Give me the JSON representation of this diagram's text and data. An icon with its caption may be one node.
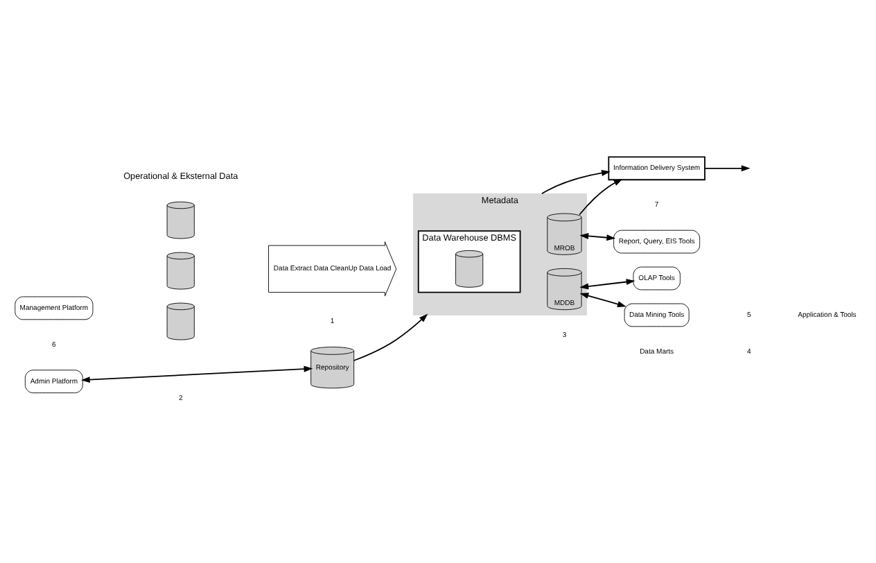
{
  "diagram": {
    "nodes": [
      {
        "text": [],
        "shape": "cylinder"
      },
      {
        "text": [],
        "shape": "cylinder"
      },
      {
        "text": [],
        "shape": "cylinder"
      },
      {
        "text": [
          "Data Extract Data CleanUp Data Load"
        ]
      },
      {
        "text": [
          "Metadata"
        ]
      },
      {
        "text": [
          "Data Warehouse DBMS"
        ],
        "in": 4
      },
      {
        "text": [],
        "shape": "cylinder",
        "in": 5
      },
      {
        "text": [
          "MROB"
        ],
        "in": 4
      },
      {
        "text": [
          "MDDB"
        ],
        "in": 4
      },
      {
        "text": [
          "Management Platform"
        ]
      },
      {
        "text": [
          "Information Delivery System"
        ]
      },
      {
        "text": [
          "Report, Query, EIS Tools"
        ]
      },
      {
        "text": [
          "OLAP Tools"
        ]
      },
      {
        "text": [
          "Data Mining Tools"
        ]
      },
      {
        "text": [
          "Admin Platform"
        ]
      },
      {
        "text": [
          "Repository"
        ]
      }
    ],
    "edges": [
      {
        "from": 4,
        "to": 10,
        "arrow": "to"
      },
      {
        "from": 7,
        "to": 10,
        "arrow": "to"
      },
      {
        "from": 10,
        "to": null,
        "arrow": "to"
      },
      {
        "from": 7,
        "to": 11,
        "arrow": "both"
      },
      {
        "from": 8,
        "to": 12,
        "arrow": "both"
      },
      {
        "from": 8,
        "to": 13,
        "arrow": "both"
      },
      {
        "from": 14,
        "to": 15,
        "arrow": "both"
      },
      {
        "from": 15,
        "to": 4,
        "arrow": "to"
      }
    ],
    "labels": [
      "Operational & Eksternal Data",
      "1",
      "3",
      "6",
      "7",
      "2",
      "Data Marts",
      "4",
      "5",
      "Application & Tools"
    ]
  }
}
